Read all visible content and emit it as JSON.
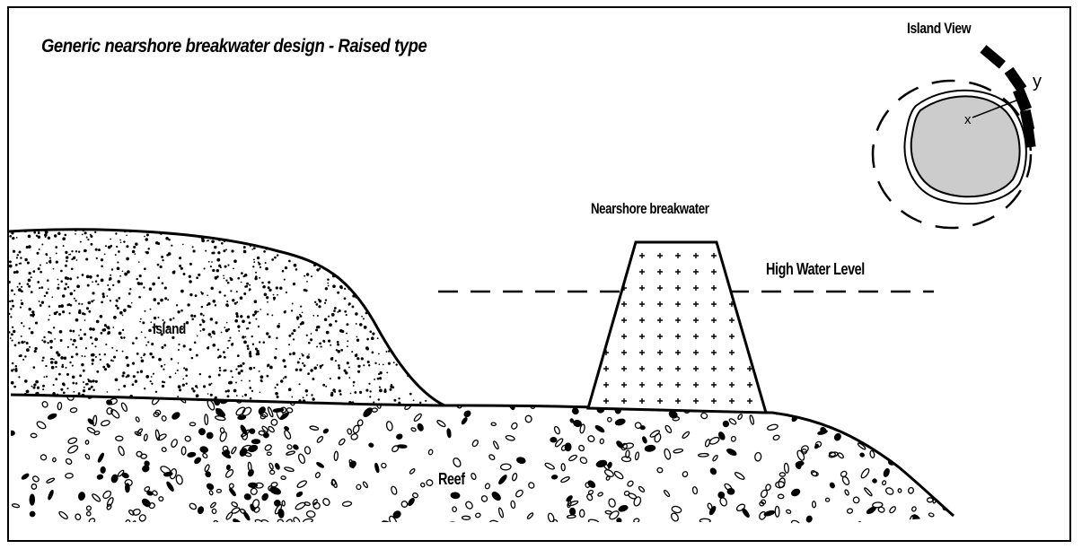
{
  "title": "Generic nearshore breakwater design - Raised type",
  "labels": {
    "island_view": "Island View",
    "breakwater": "Nearshore breakwater",
    "high_water_level": "High Water Level",
    "island": "Island",
    "reef": "Reef",
    "y_marker": "y",
    "x_marker": "x"
  },
  "colors": {
    "ink": "#000000",
    "island_fill": "#cccccc",
    "background": "#ffffff"
  }
}
